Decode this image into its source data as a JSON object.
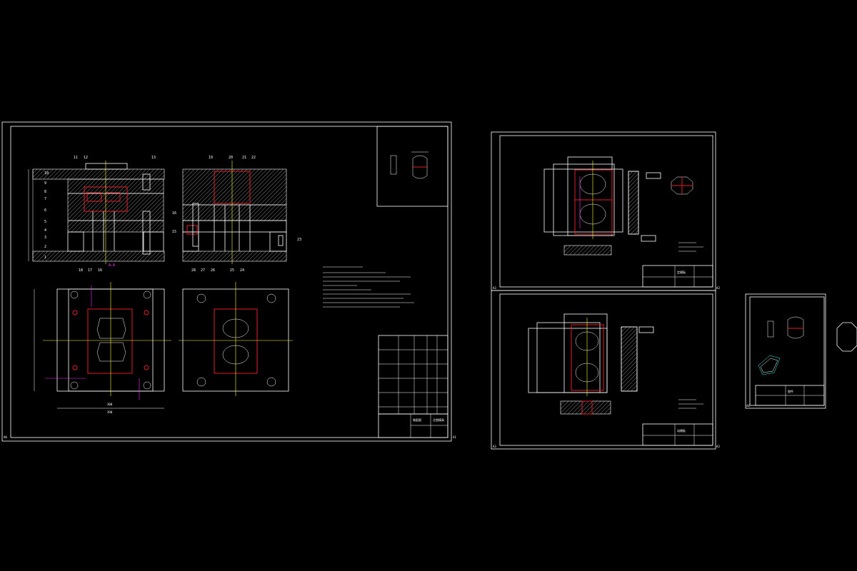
{
  "sheets": {
    "assembly": {
      "corner_mark_left": "A0",
      "corner_mark_right": "A1",
      "section_labels": [
        "A-A"
      ],
      "callouts_left": [
        "10",
        "9",
        "8",
        "7",
        "6",
        "5",
        "4",
        "3",
        "2",
        "1"
      ],
      "callouts_top": [
        "11",
        "12",
        "13",
        "19",
        "20",
        "21",
        "22"
      ],
      "callouts_right": [
        "16",
        "15",
        "23"
      ],
      "callouts_bottom": [
        "18",
        "17",
        "16",
        "28",
        "27",
        "26",
        "25",
        "24"
      ],
      "dimension_labels": [
        "390",
        "300"
      ],
      "title_block": {
        "title": "装配图",
        "subtitle": "注塑模具"
      }
    },
    "part_a": {
      "corner_mark_left": "A3",
      "corner_mark_right": "A3",
      "title_block": {
        "title": "定模板"
      }
    },
    "part_b": {
      "corner_mark_left": "A3",
      "corner_mark_right": "A3",
      "title_block": {
        "title": "动模板"
      }
    },
    "part_c": {
      "corner_mark_left": "A4",
      "title_block": {
        "title": "塑件"
      }
    }
  },
  "colors": {
    "background": "#000000",
    "line": "#ffffff",
    "part": "#e0202a",
    "center": "#ffff33",
    "accent": "#ff33ff",
    "dim": "#33ffff"
  }
}
